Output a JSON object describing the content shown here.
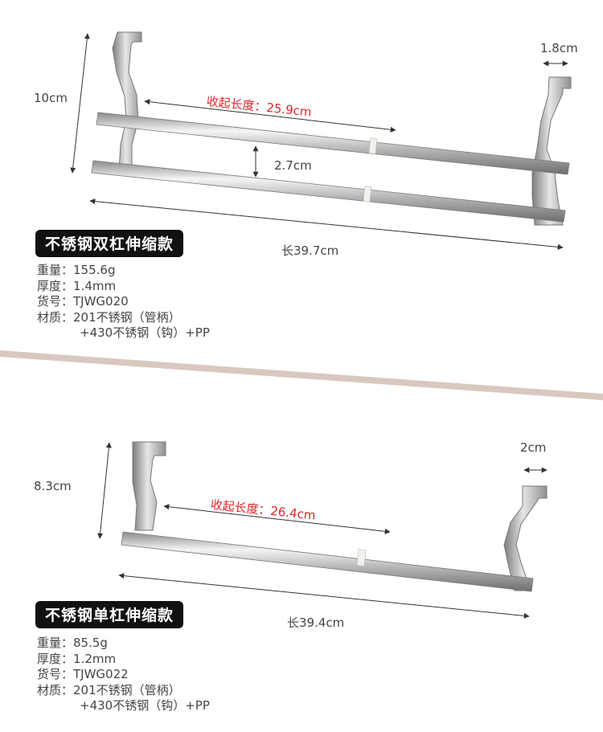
{
  "colors": {
    "divider": "#d9c8bf",
    "accent_red": "#e0252b",
    "badge_bg": "#111111"
  },
  "products": [
    {
      "title": "不锈钢双杠伸缩款",
      "dims": {
        "height": "10cm",
        "hook_width": "1.8cm",
        "bar_gap": "2.7cm",
        "collapsed": "收起长度：25.9cm",
        "length": "长39.7cm"
      },
      "specs": [
        {
          "key": "重量：",
          "value": "155.6g"
        },
        {
          "key": "厚度：",
          "value": "1.4mm"
        },
        {
          "key": "货号：",
          "value": "TJWG020"
        },
        {
          "key": "材质：",
          "value": "201不锈钢（管柄）"
        }
      ],
      "material_extra": "+430不锈钢（钩）+PP"
    },
    {
      "title": "不锈钢单杠伸缩款",
      "dims": {
        "height": "8.3cm",
        "hook_width": "2cm",
        "collapsed": "收起长度：26.4cm",
        "length": "长39.4cm"
      },
      "specs": [
        {
          "key": "重量：",
          "value": "85.5g"
        },
        {
          "key": "厚度：",
          "value": "1.2mm"
        },
        {
          "key": "货号：",
          "value": "TJWG022"
        },
        {
          "key": "材质：",
          "value": "201不锈钢（管柄）"
        }
      ],
      "material_extra": "+430不锈钢（钩）+PP"
    }
  ]
}
